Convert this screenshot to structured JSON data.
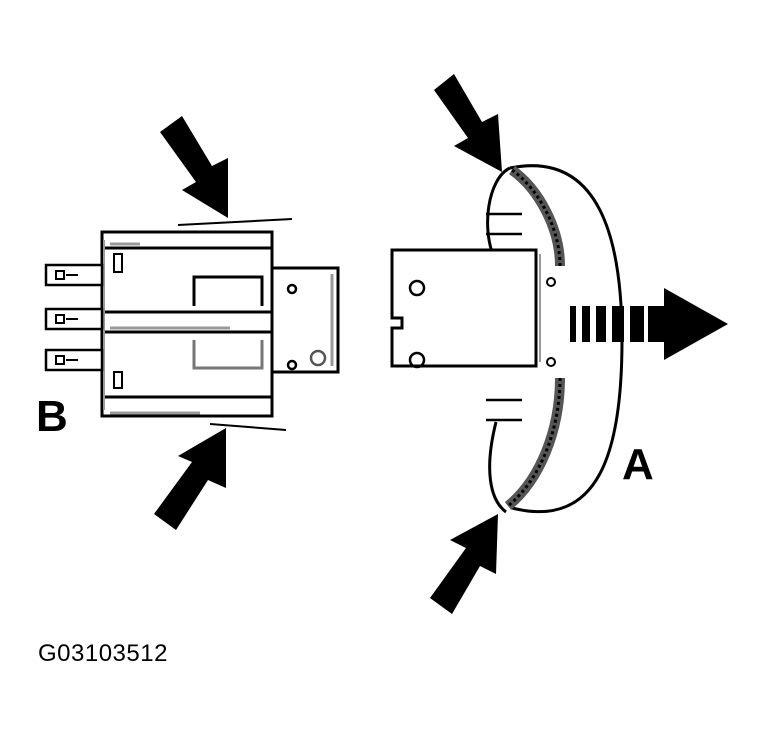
{
  "diagram": {
    "labels": {
      "b": "B",
      "a": "A"
    },
    "figure_id": "G03103512",
    "parts": [
      {
        "id": "B",
        "description": "connector with three terminals, pressed at top and bottom tabs"
      },
      {
        "id": "A",
        "description": "bulb/socket assembly, squeezed at top and bottom, pulled out to the right"
      }
    ],
    "icons": [
      "press-arrow-icon",
      "pull-direction-arrow-icon"
    ]
  }
}
